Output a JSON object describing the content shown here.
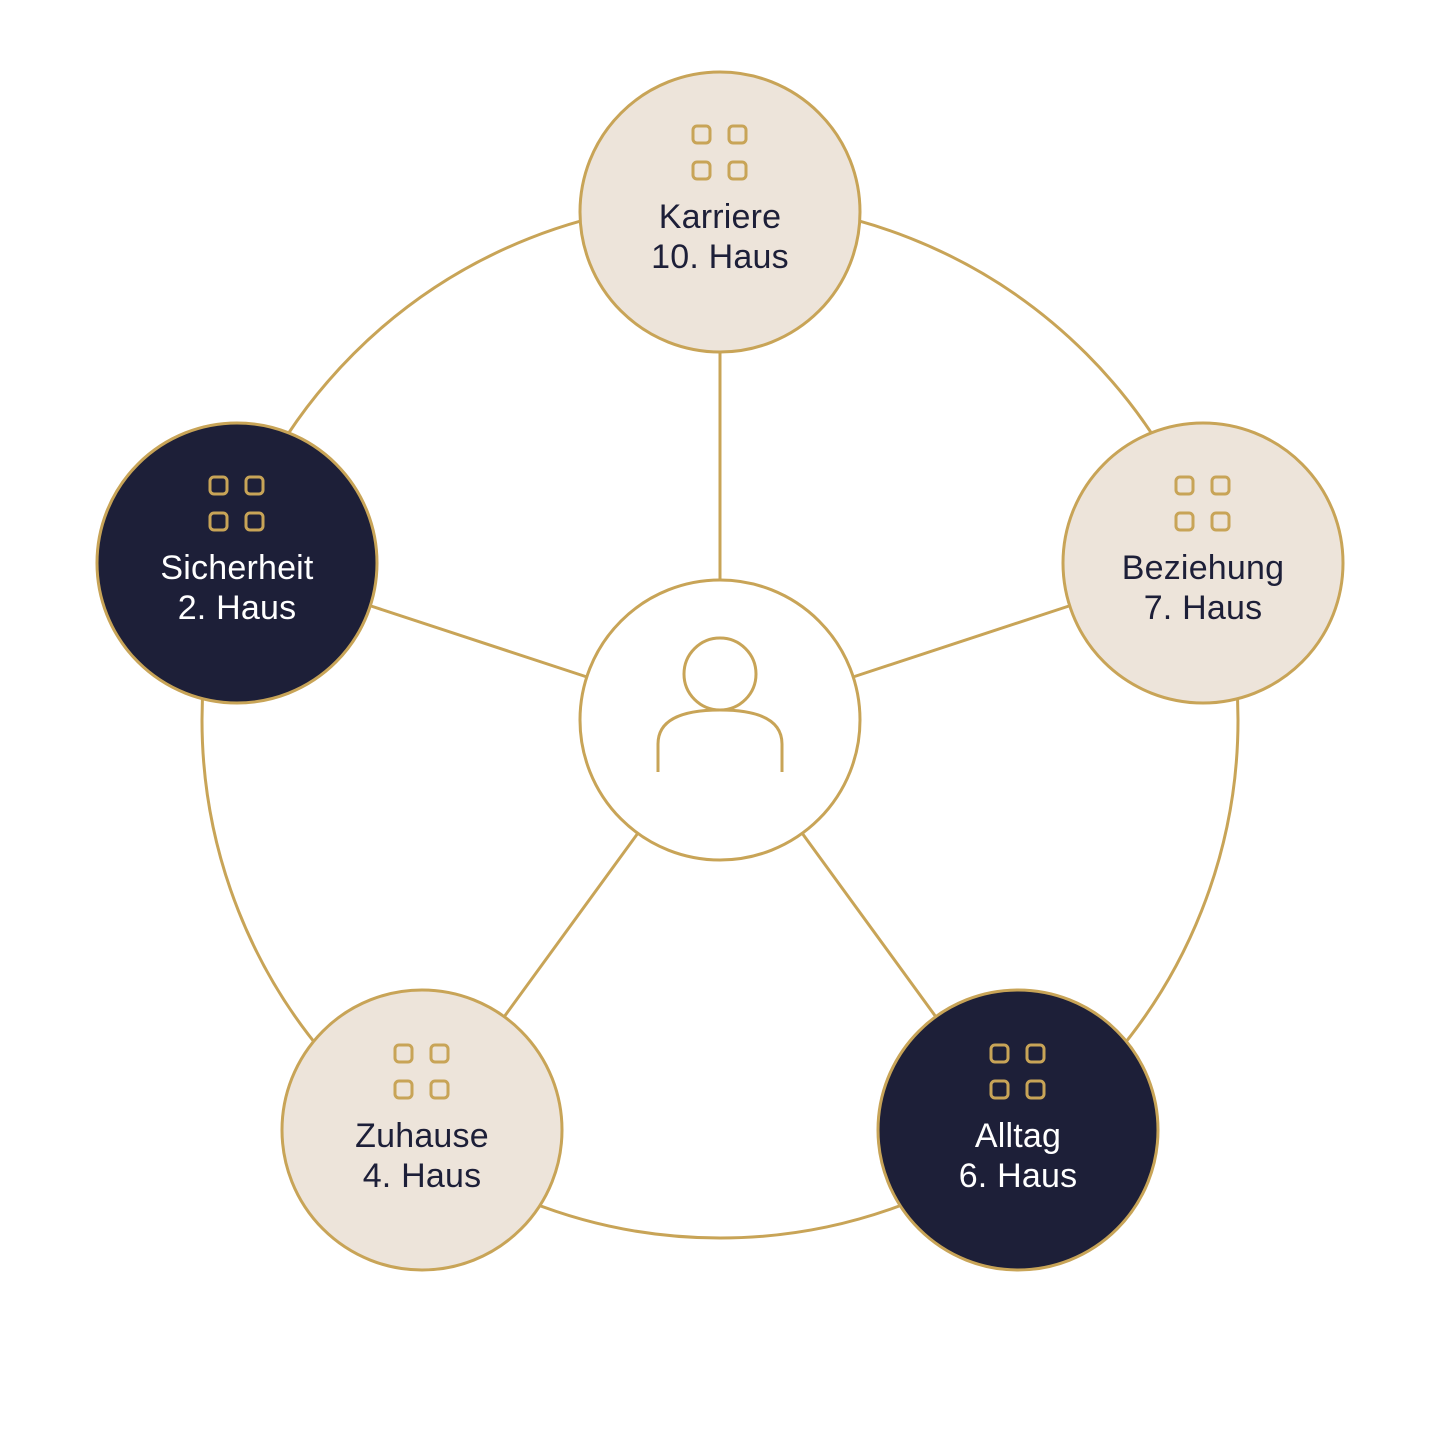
{
  "colors": {
    "gold": "#C8A457",
    "navy": "#1D1F38",
    "beige": "#EDE4DA",
    "white": "#FFFFFF"
  },
  "center": {
    "icon": "person-icon"
  },
  "nodes": [
    {
      "id": "karriere",
      "title": "Karriere",
      "subtitle": "10. Haus",
      "theme": "light",
      "icon": "grid-icon"
    },
    {
      "id": "beziehung",
      "title": "Beziehung",
      "subtitle": "7. Haus",
      "theme": "light",
      "icon": "grid-icon"
    },
    {
      "id": "alltag",
      "title": "Alltag",
      "subtitle": "6. Haus",
      "theme": "dark",
      "icon": "grid-icon"
    },
    {
      "id": "zuhause",
      "title": "Zuhause",
      "subtitle": "4. Haus",
      "theme": "light",
      "icon": "grid-icon"
    },
    {
      "id": "sicherheit",
      "title": "Sicherheit",
      "subtitle": "2. Haus",
      "theme": "dark",
      "icon": "grid-icon"
    }
  ]
}
